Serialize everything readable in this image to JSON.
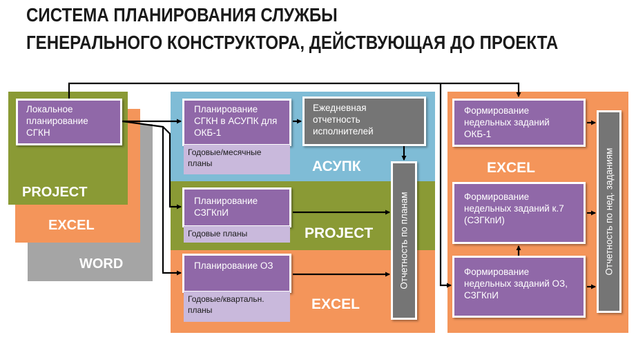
{
  "title": {
    "line1": "СИСТЕМА ПЛАНИРОВАНИЯ СЛУЖБЫ",
    "line2": "ГЕНЕРАЛЬНОГО КОНСТРУКТОРА, ДЕЙСТВУЮЩАЯ ДО ПРОЕКТА"
  },
  "left_stack": {
    "local_planning": "Локальное планирование СГКН",
    "project_label": "PROJECT",
    "excel_label": "EXCEL",
    "word_label": "WORD",
    "colors": {
      "project": "#8a9a35",
      "excel": "#f4955a",
      "word": "#a5a5a5"
    }
  },
  "middle": {
    "asupk": {
      "box": "Планирование СГКН в АСУПК для ОКБ-1",
      "sub": "Годовые/месячные планы",
      "daily": "Ежедневная отчетность исполнителей",
      "label": "АСУПК",
      "color": "#7fbcd6"
    },
    "project": {
      "box": "Планирование СЗГКпИ",
      "sub": "Годовые планы",
      "label": "PROJECT",
      "color": "#8a9a35"
    },
    "excel": {
      "box": "Планирование ОЗ",
      "sub": "Годовые/квартальн. планы",
      "label": "EXCEL",
      "color": "#f4955a"
    },
    "report": "Отчетность по планам"
  },
  "right": {
    "box1": "Формирование недельных заданий ОКБ-1",
    "label": "EXCEL",
    "box2": "Формирование недельных заданий к.7 (СЗГКпИ)",
    "box3": "Формирование недельных заданий ОЗ, СЗГКпИ",
    "report": "Отчетность по нед. заданиям",
    "color": "#f4955a"
  }
}
